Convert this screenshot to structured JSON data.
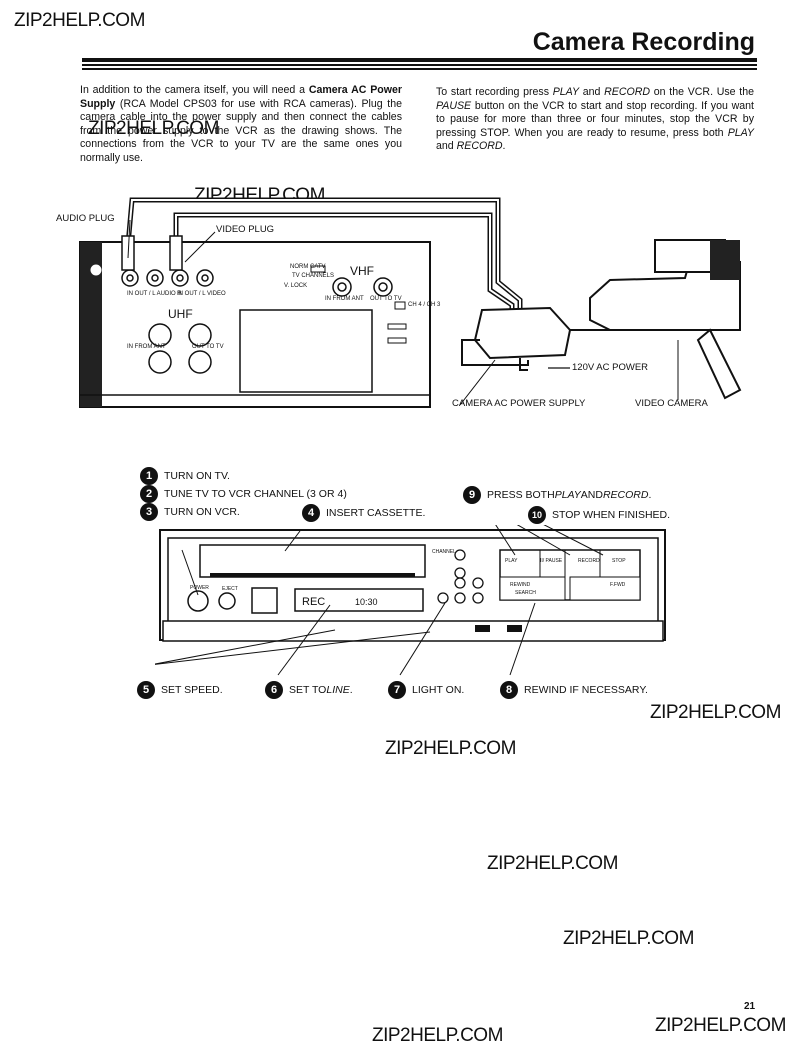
{
  "watermark": "ZIP2HELP.COM",
  "title": "Camera Recording",
  "left_column": {
    "p1": "In addition to the camera itself, you will need a ",
    "b1": "Camera AC Power Supply",
    "p2": " (RCA Model CPS03 for use with RCA cameras). Plug the camera cable into the power supply and then connect the cables from the power supply to the VCR as the drawing shows. The connections from the VCR to your TV are the same ones you normally use."
  },
  "right_column": {
    "p1": "To start recording press ",
    "i1": "PLAY",
    "p2": " and ",
    "i2": "RECORD",
    "p3": " on the VCR. Use the ",
    "i3": "PAUSE",
    "p4": " button on the VCR to start and stop recording. If you want to pause for more than three or four minutes, stop the VCR by pressing STOP. When you are ready to resume, press both ",
    "i4": "PLAY",
    "p5": " and ",
    "i5": "RECORD",
    "p6": "."
  },
  "diagram1": {
    "audio_plug": "AUDIO PLUG",
    "video_plug": "VIDEO PLUG",
    "vhf": "VHF",
    "uhf": "UHF",
    "power": "120V AC POWER",
    "power_supply": "CAMERA AC POWER SUPPLY",
    "camera": "VIDEO CAMERA",
    "in_from_ant": "IN FROM ANT",
    "out_to_tv": "OUT TO TV",
    "tv_channels": "TV CHANNELS",
    "vlock": "V. LOCK",
    "norm_catv": "NORM  CATV",
    "ch34": "CH 4 / CH 3",
    "audio_ports": "IN    OUT / L AUDIO R",
    "video_ports": "IN    OUT / L VIDEO"
  },
  "steps": [
    {
      "n": "1",
      "text": "TURN ON TV."
    },
    {
      "n": "2",
      "text": "TUNE TV TO VCR CHANNEL (3 OR 4)"
    },
    {
      "n": "3",
      "text": "TURN ON VCR."
    },
    {
      "n": "4",
      "text": "INSERT CASSETTE."
    },
    {
      "n": "9",
      "text_a": "PRESS BOTH ",
      "text_b": "PLAY",
      "text_c": " AND ",
      "text_d": "RECORD",
      "text_e": "."
    },
    {
      "n": "10",
      "text": "STOP WHEN FINISHED."
    },
    {
      "n": "5",
      "text": "SET SPEED."
    },
    {
      "n": "6",
      "text_a": "SET TO ",
      "text_b": "LINE",
      "text_c": "."
    },
    {
      "n": "7",
      "text": "LIGHT ON."
    },
    {
      "n": "8",
      "text": "REWIND IF NECESSARY."
    }
  ],
  "vcr_panel": {
    "display": "REC",
    "time": "10:30",
    "play": "PLAY",
    "pause": "II/ PAUSE",
    "record": "RECORD",
    "stop": "STOP",
    "rewind": "REWIND",
    "fforward": "F.FWD",
    "power": "POWER",
    "eject": "EJECT",
    "channel": "CHANNEL",
    "search": "SEARCH"
  },
  "page_number": "21"
}
